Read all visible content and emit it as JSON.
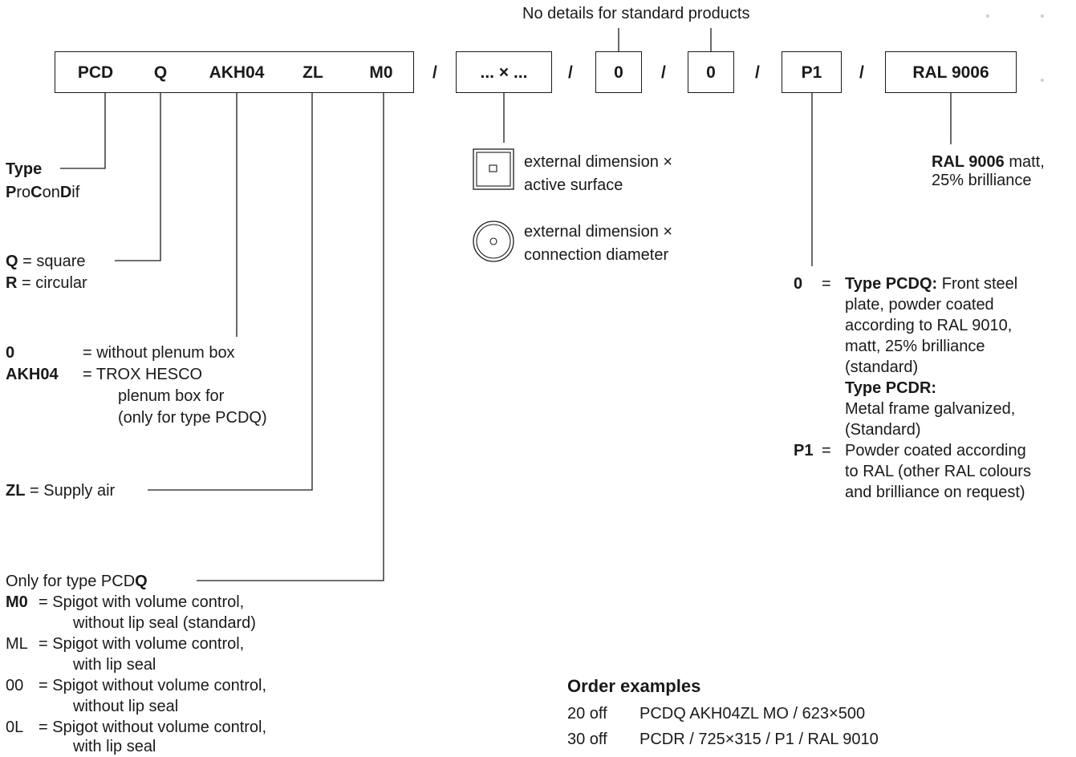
{
  "header_note": "No details for standard products",
  "codes": {
    "pcd": "PCD",
    "q": "Q",
    "akh04": "AKH04",
    "zl": "ZL",
    "m0": "M0",
    "dims": "... × ...",
    "zero1": "0",
    "zero2": "0",
    "p1": "P1",
    "ral": "RAL 9006"
  },
  "slash": "/",
  "type": {
    "label": "Type",
    "name_p": "P",
    "name_ro": "ro",
    "name_c": "C",
    "name_on": "on",
    "name_d": "D",
    "name_if": "if"
  },
  "shape": {
    "q_key": "Q",
    "q_text": " = square",
    "r_key": "R",
    "r_text": " = circular"
  },
  "plenum": {
    "k0": "0",
    "t0": "= without plenum box",
    "k1": "AKH04",
    "t1": "= TROX HESCO",
    "t2": "plenum box for",
    "t3": "(only for type PCDQ)"
  },
  "supply": {
    "key": "ZL",
    "text": " = Supply air"
  },
  "spigot": {
    "heading_pre": "Only for type PCD",
    "heading_bold": "Q",
    "items": [
      {
        "key": "M0",
        "l1": "= Spigot with volume control,",
        "l2": "without lip seal (standard)"
      },
      {
        "key": "ML",
        "l1": "= Spigot with volume control,",
        "l2": "with lip seal"
      },
      {
        "key": "00",
        "l1": "= Spigot without volume control,",
        "l2": "without lip seal"
      },
      {
        "key": "0L",
        "l1": "= Spigot without volume control,",
        "l2": "with lip seal"
      }
    ]
  },
  "dimensions": {
    "square_l1": "external dimension ×",
    "square_l2": "active surface",
    "round_l1": "external dimension ×",
    "round_l2": "connection diameter"
  },
  "finish": {
    "k0": "0",
    "eq0": "=",
    "pcdq_bold": "Type PCDQ:",
    "pcdq_l1": " Front steel",
    "pcdq_l2": "plate, powder coated",
    "pcdq_l3": "according to RAL 9010,",
    "pcdq_l4": "matt, 25% brilliance",
    "pcdq_l5": "(standard)",
    "pcdr_bold": "Type PCDR:",
    "pcdr_l1": "Metal frame galvanized,",
    "pcdr_l2": "(Standard)",
    "k1": "P1",
    "eq1": "=",
    "p1_l1": "Powder coated according",
    "p1_l2": "to RAL (other RAL colours",
    "p1_l3": "and brilliance on request)"
  },
  "ral_note": {
    "bold": "RAL 9006",
    "l1": " matt,",
    "l2": "25% brilliance"
  },
  "order": {
    "heading": "Order examples",
    "rows": [
      {
        "qty": "20 off",
        "code": "PCDQ AKH04ZL MO / 623×500"
      },
      {
        "qty": "30 off",
        "code": "PCDR / 725×315 / P1 / RAL 9010"
      }
    ]
  }
}
